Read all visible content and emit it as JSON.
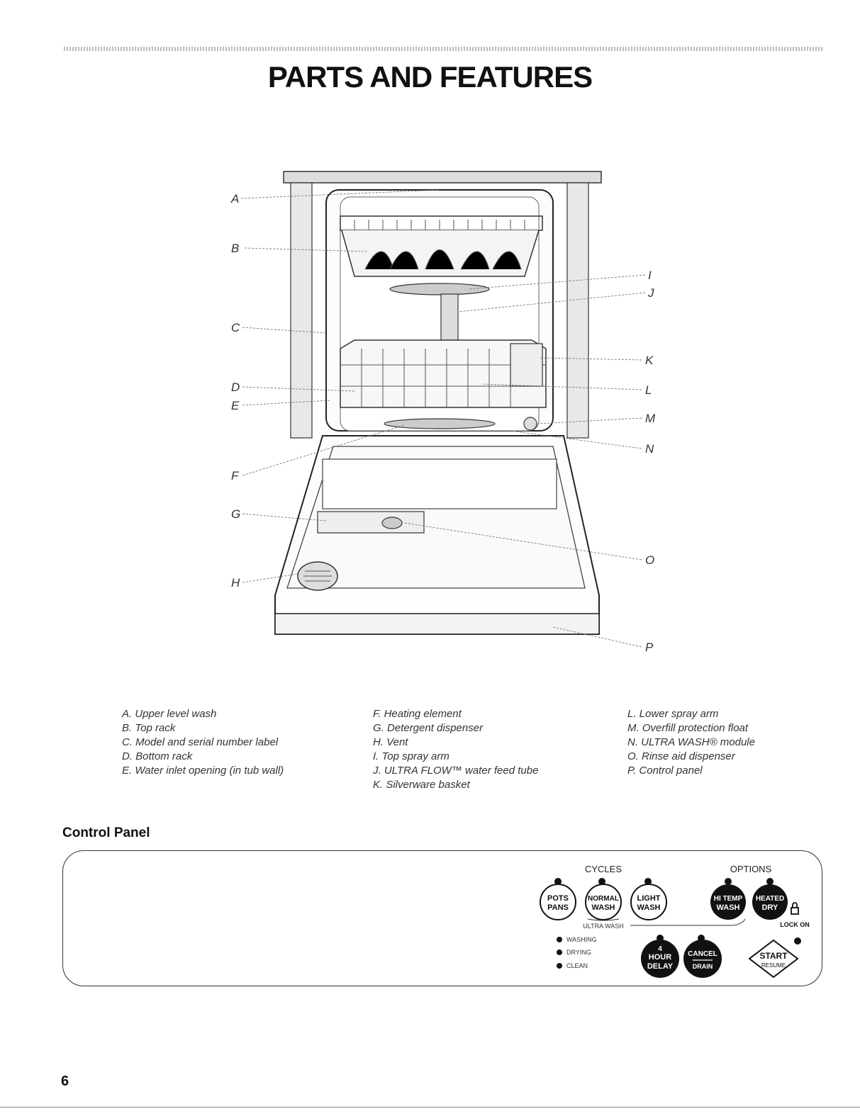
{
  "page_title": "PARTS AND FEATURES",
  "callouts": [
    "A",
    "B",
    "C",
    "D",
    "E",
    "F",
    "G",
    "H",
    "I",
    "J",
    "K",
    "L",
    "M",
    "N",
    "O",
    "P"
  ],
  "legend": {
    "col1": [
      "A. Upper level wash",
      "B. Top rack",
      "C. Model and serial number label",
      "D. Bottom rack",
      "E. Water inlet opening (in tub wall)"
    ],
    "col2": [
      "F. Heating element",
      "G. Detergent dispenser",
      "H. Vent",
      "I. Top spray arm",
      "J. ULTRA FLOW™ water feed tube",
      "K. Silverware basket"
    ],
    "col3": [
      "L. Lower spray arm",
      "M. Overfill protection float",
      "N. ULTRA WASH® module",
      "O. Rinse aid dispenser",
      "P. Control panel"
    ]
  },
  "section_heading": "Control Panel",
  "control_panel": {
    "cycles_label": "CYCLES",
    "options_label": "OPTIONS",
    "pots_pans": [
      "POTS",
      "PANS"
    ],
    "normal_wash": [
      "NORMAL",
      "WASH"
    ],
    "light_wash": [
      "LIGHT",
      "WASH"
    ],
    "hi_temp_wash": [
      "HI TEMP",
      "WASH"
    ],
    "heated_dry": [
      "HEATED",
      "DRY"
    ],
    "ultra_wash_label": "ULTRA WASH",
    "lock_on_label": "LOCK ON",
    "status": [
      "WASHING",
      "DRYING",
      "CLEAN"
    ],
    "hour_delay": [
      "4",
      "HOUR",
      "DELAY"
    ],
    "cancel_drain": [
      "CANCEL",
      "DRAIN"
    ],
    "start_resume": [
      "START",
      "RESUME"
    ]
  },
  "page_number": "6"
}
